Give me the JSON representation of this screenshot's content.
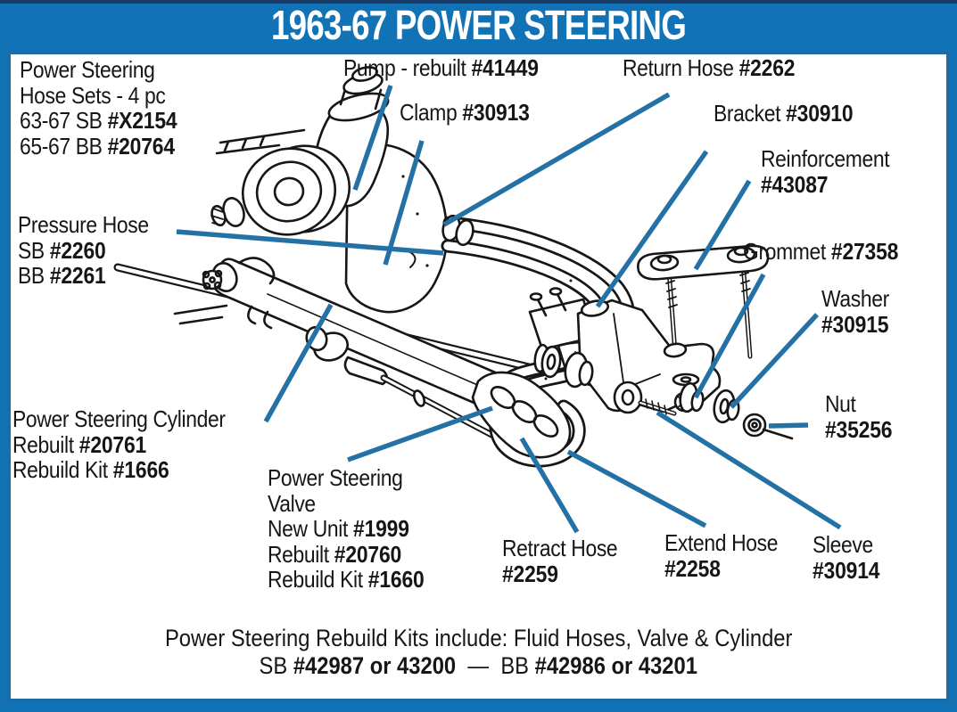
{
  "page": {
    "title": "1963-67 POWER STEERING"
  },
  "colors": {
    "header_blue": "#1173b5",
    "panel_border_blue": "#1b6da9",
    "leader_line_blue": "#2471a6",
    "ink": "#161616",
    "top_strip_navy": "#1c3c68"
  },
  "labels": {
    "hose_sets": {
      "l1": "Power Steering",
      "l2": "Hose Sets - 4 pc",
      "l3t": "63-67 SB ",
      "l3p": "#X2154",
      "l4t": "65-67 BB ",
      "l4p": "#20764"
    },
    "pump": {
      "t": "Pump - rebuilt ",
      "p": "#41449"
    },
    "clamp": {
      "t": "Clamp ",
      "p": "#30913"
    },
    "return_hose": {
      "t": "Return Hose ",
      "p": "#2262"
    },
    "bracket": {
      "t": "Bracket ",
      "p": "#30910"
    },
    "reinforcement": {
      "t": "Reinforcement",
      "p": "#43087"
    },
    "grommet": {
      "t": "Grommet ",
      "p": "#27358"
    },
    "washer": {
      "t": "Washer",
      "p": "#30915"
    },
    "nut": {
      "t": "Nut",
      "p": "#35256"
    },
    "pressure_hose": {
      "l1": "Pressure Hose",
      "l2t": "SB ",
      "l2p": "#2260",
      "l3t": "BB ",
      "l3p": "#2261"
    },
    "cylinder": {
      "l1": "Power Steering Cylinder",
      "l2t": "Rebuilt ",
      "l2p": "#20761",
      "l3t": "Rebuild Kit ",
      "l3p": "#1666"
    },
    "valve": {
      "l1": "Power Steering",
      "l2": "Valve",
      "l3t": "New Unit ",
      "l3p": "#1999",
      "l4t": "Rebuilt ",
      "l4p": "#20760",
      "l5t": "Rebuild Kit ",
      "l5p": "#1660"
    },
    "retract_hose": {
      "t": "Retract Hose",
      "p": "#2259"
    },
    "extend_hose": {
      "t": "Extend Hose",
      "p": "#2258"
    },
    "sleeve": {
      "t": "Sleeve",
      "p": "#30914"
    }
  },
  "footer": {
    "line1": "Power Steering Rebuild Kits include: Fluid Hoses, Valve & Cylinder",
    "l2a": "SB ",
    "l2b": "#42987 or 43200",
    "l2c": "  —  ",
    "l2d": "BB ",
    "l2e": "#42986 or 43201"
  }
}
